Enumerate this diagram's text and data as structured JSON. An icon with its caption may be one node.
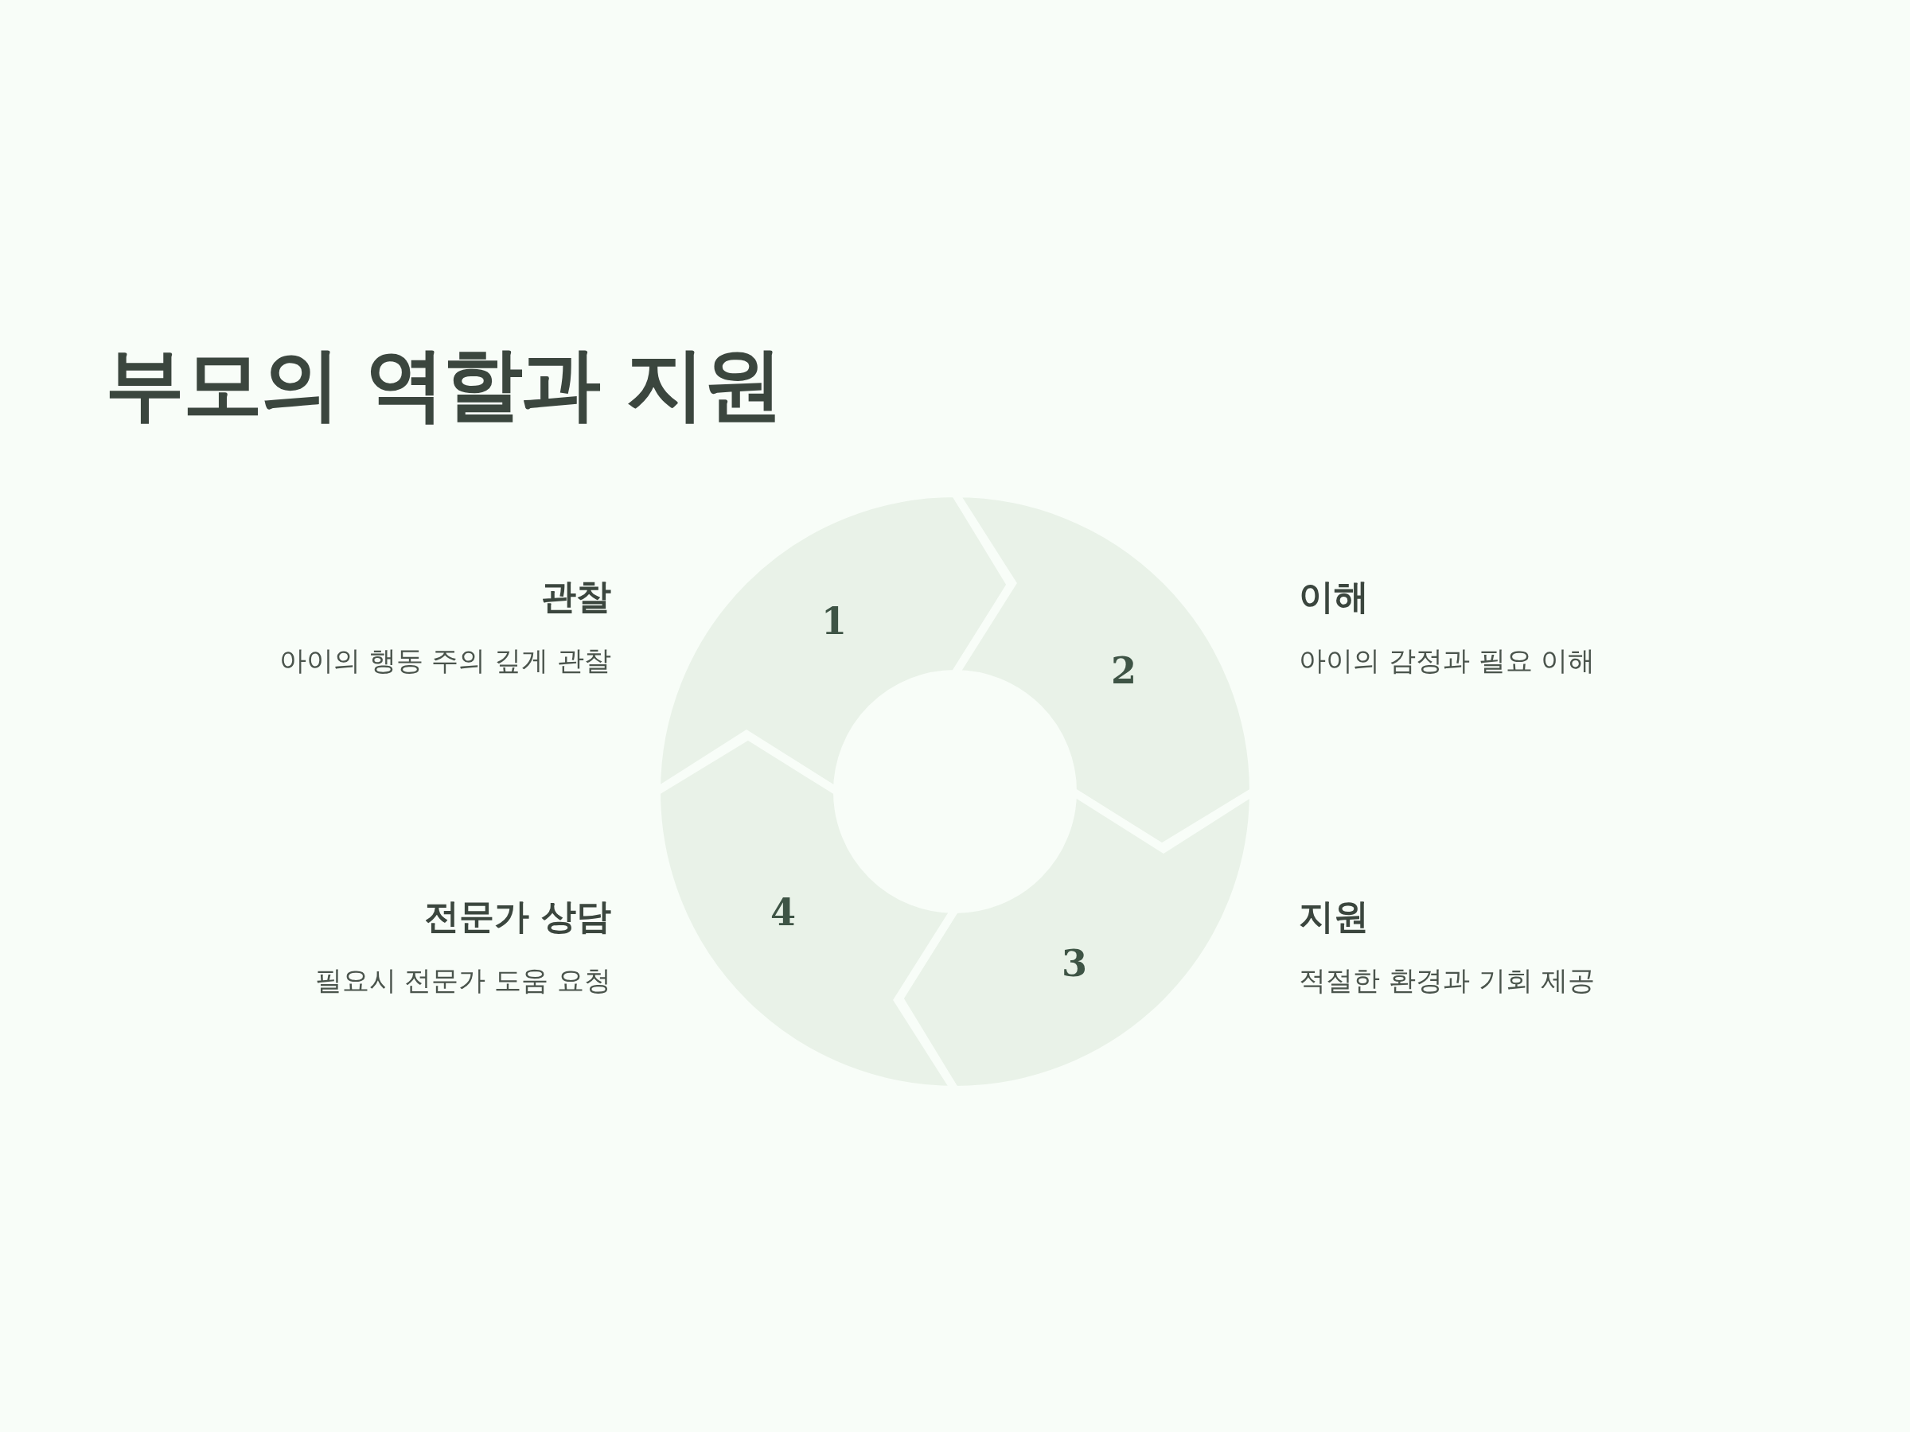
{
  "diagram": {
    "title": "부모의 역할과 지원",
    "nodes": [
      {
        "text": [
          "1"
        ],
        "beside": [
          "관찰",
          "아이의 행동 주의 깊게 관찰"
        ]
      },
      {
        "text": [
          "2"
        ],
        "beside": [
          "이해",
          "아이의 감정과 필요 이해"
        ]
      },
      {
        "text": [
          "3"
        ],
        "beside": [
          "지원",
          "적절한 환경과 기회 제공"
        ]
      },
      {
        "text": [
          "4"
        ],
        "beside": [
          "전문가 상담",
          "필요시 전문가 도움 요청"
        ]
      }
    ],
    "edges": []
  }
}
